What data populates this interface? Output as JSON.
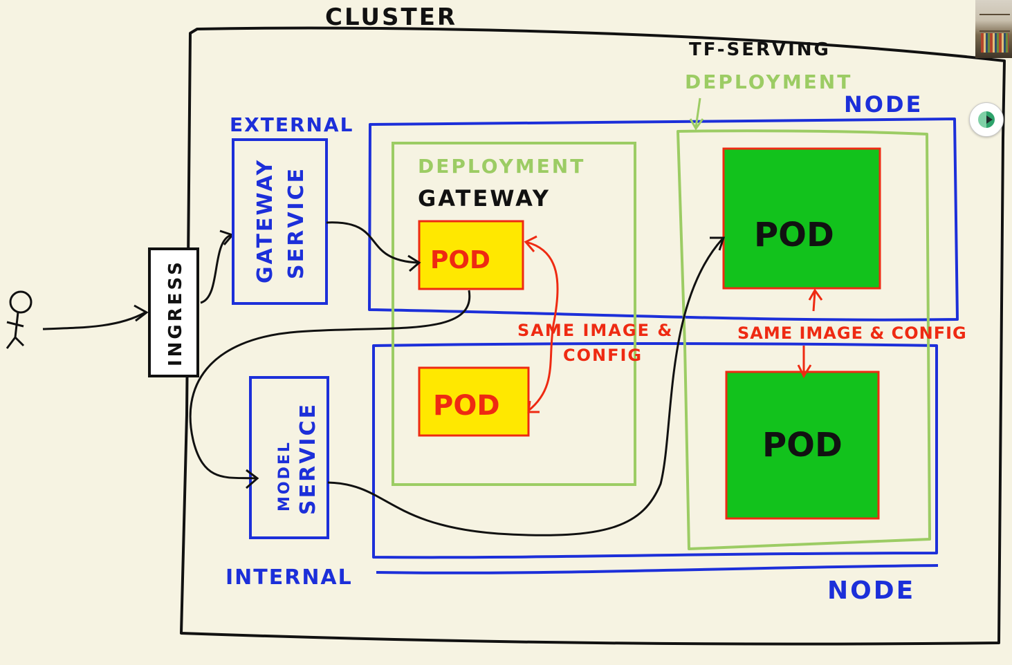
{
  "labels": {
    "cluster": "CLUSTER",
    "tf_serving": "TF-SERVING",
    "tf_deployment": "DEPLOYMENT",
    "node_top": "NODE",
    "node_bottom": "NODE",
    "external": "EXTERNAL",
    "internal": "INTERNAL",
    "gateway_service_line1": "GATEWAY",
    "gateway_service_line2": "SERVICE",
    "model_service_line1": "MODEL",
    "model_service_line2": "SERVICE",
    "ingress": "INGRESS",
    "gw_deployment": "DEPLOYMENT",
    "gateway": "GATEWAY",
    "pod": "POD",
    "same_image_left_line1": "SAME IMAGE &",
    "same_image_left_line2": "CONFIG",
    "same_image_right": "SAME IMAGE & CONFIG"
  },
  "colors": {
    "ink": "#111111",
    "blue": "#1c2fd9",
    "green_outline": "#9ccc64",
    "red": "#ee2a12",
    "yellow_fill": "#ffe800",
    "green_fill": "#12c21c",
    "paper": "#f6f3e2"
  },
  "icons": {
    "user": "stick-figure-icon",
    "player": "play-icon"
  }
}
